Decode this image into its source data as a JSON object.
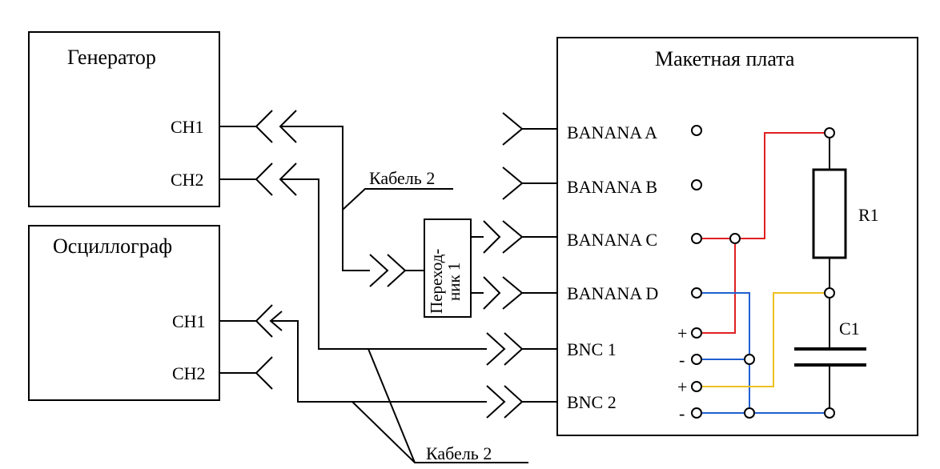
{
  "generator": {
    "title": "Генератор",
    "ch1": "CH1",
    "ch2": "CH2"
  },
  "oscilloscope": {
    "title": "Осциллограф",
    "ch1": "CH1",
    "ch2": "CH2"
  },
  "board": {
    "title": "Макетная плата",
    "banana_a": "BANANA A",
    "banana_b": "BANANA B",
    "banana_c": "BANANA C",
    "banana_d": "BANANA D",
    "bnc1": "BNC 1",
    "bnc2": "BNC 2",
    "r1": "R1",
    "c1": "C1",
    "plus1": "+",
    "minus1": "-",
    "plus2": "+",
    "minus2": "-"
  },
  "cable_top": "Кабель 2",
  "cable_bottom": "Кабель 2",
  "adapter": {
    "line1": "Переход-",
    "line2": "ник 1"
  },
  "colors": {
    "red": "#e02020",
    "blue": "#2060d0",
    "yellow": "#f0c020",
    "black": "#000000"
  }
}
